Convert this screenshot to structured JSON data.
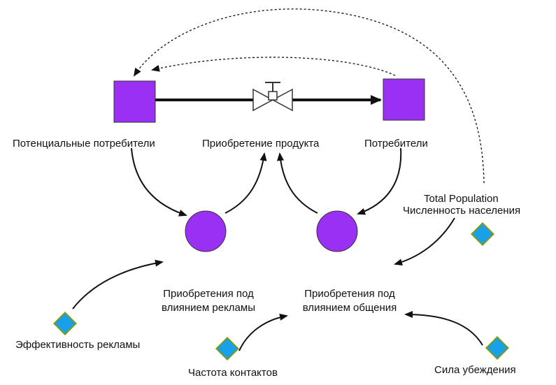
{
  "colors": {
    "stock_fill": "#9b30f5",
    "converter_fill": "#9b30f5",
    "constant_fill": "#1aa0e8",
    "constant_border": "#7a9a1a",
    "link": "#111111"
  },
  "stocks": {
    "potential": "Потенциальные потребители",
    "consumers": "Потребители"
  },
  "flow": {
    "name": "Приобретение продукта"
  },
  "converters": {
    "advertising_line1": "Приобретения под",
    "advertising_line2": "влиянием рекламы",
    "word_of_mouth_line1": "Приобретения под",
    "word_of_mouth_line2": "влиянием общения"
  },
  "constants": {
    "total_population_en": "Total Population",
    "total_population_ru": "Численность населения",
    "ad_effectiveness": "Эффективность рекламы",
    "contact_rate": "Частота контактов",
    "adoption_fraction": "Сила убеждения"
  }
}
